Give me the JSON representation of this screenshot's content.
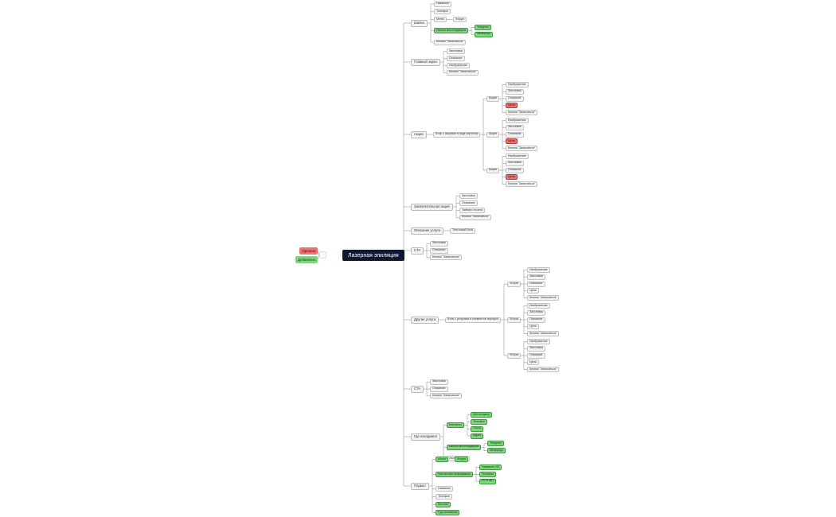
{
  "legend": [
    {
      "label": "Удалено",
      "color": "red"
    },
    {
      "label": "Добавлено",
      "color": "green"
    }
  ],
  "root": {
    "label": "Лазерная эпиляция",
    "children": [
      {
        "label": "Шапка",
        "children": [
          {
            "label": "Название"
          },
          {
            "label": "Телефон"
          },
          {
            "label": "Меню",
            "children": [
              {
                "label": "Форум"
              }
            ]
          },
          {
            "label": "Иконки мессенджеров",
            "color": "green",
            "children": [
              {
                "label": "Telegram",
                "color": "green"
              },
              {
                "label": "WhatsApp",
                "color": "green"
              }
            ]
          },
          {
            "label": "Кнопка \"Записаться\""
          }
        ]
      },
      {
        "label": "Главный экран",
        "children": [
          {
            "label": "Заголовок"
          },
          {
            "label": "Описание"
          },
          {
            "label": "Изображение"
          },
          {
            "label": "Кнопка \"Записаться\""
          }
        ]
      },
      {
        "label": "Акции",
        "children": [
          {
            "label": "Блок с акциями в виде карточек",
            "children": [
              {
                "label": "Акция",
                "children": [
                  {
                    "label": "Изображение"
                  },
                  {
                    "label": "Заголовок"
                  },
                  {
                    "label": "Описание"
                  },
                  {
                    "label": "Цена",
                    "color": "red"
                  },
                  {
                    "label": "Кнопка \"Записаться\""
                  }
                ]
              },
              {
                "label": "Акция",
                "children": [
                  {
                    "label": "Изображение"
                  },
                  {
                    "label": "Заголовок"
                  },
                  {
                    "label": "Описание"
                  },
                  {
                    "label": "Цена",
                    "color": "red"
                  },
                  {
                    "label": "Кнопка \"Записаться\""
                  }
                ]
              },
              {
                "label": "Акция",
                "children": [
                  {
                    "label": "Изображение"
                  },
                  {
                    "label": "Заголовок"
                  },
                  {
                    "label": "Описание"
                  },
                  {
                    "label": "Цена",
                    "color": "red"
                  },
                  {
                    "label": "Кнопка \"Записаться\""
                  }
                ]
              }
            ]
          }
        ]
      },
      {
        "label": "Заключительная акция",
        "children": [
          {
            "label": "Заголовок"
          },
          {
            "label": "Описание"
          },
          {
            "label": "Таймер отсчета"
          },
          {
            "label": "Кнопка \"Записаться\""
          }
        ]
      },
      {
        "label": "Описание услуги",
        "children": [
          {
            "label": "Текстовый блок"
          }
        ]
      },
      {
        "label": "CTA",
        "children": [
          {
            "label": "Заголовок"
          },
          {
            "label": "Описание"
          },
          {
            "label": "Кнопка \"Записаться\""
          }
        ]
      },
      {
        "label": "Другие услуги",
        "children": [
          {
            "label": "Блок с услугами в элементов портфол",
            "children": [
              {
                "label": "Услуга",
                "children": [
                  {
                    "label": "Изображение"
                  },
                  {
                    "label": "Заголовок"
                  },
                  {
                    "label": "Описание"
                  },
                  {
                    "label": "Цена"
                  },
                  {
                    "label": "Кнопка \"Записаться\""
                  }
                ]
              },
              {
                "label": "Услуга",
                "children": [
                  {
                    "label": "Изображение"
                  },
                  {
                    "label": "Заголовок"
                  },
                  {
                    "label": "Описание"
                  },
                  {
                    "label": "Цена"
                  },
                  {
                    "label": "Кнопка \"Записаться\""
                  }
                ]
              },
              {
                "label": "Услуга",
                "children": [
                  {
                    "label": "Изображение"
                  },
                  {
                    "label": "Заголовок"
                  },
                  {
                    "label": "Описание"
                  },
                  {
                    "label": "Цена"
                  },
                  {
                    "label": "Кнопка \"Записаться\""
                  }
                ]
              }
            ]
          }
        ]
      },
      {
        "label": "CTA",
        "children": [
          {
            "label": "Заголовок"
          },
          {
            "label": "Описание"
          },
          {
            "label": "Кнопка \"Записаться\""
          }
        ]
      },
      {
        "label": "Где находимся",
        "children": [
          {
            "label": "Контакты",
            "color": "green",
            "children": [
              {
                "label": "Мессенджер",
                "color": "green"
              },
              {
                "label": "Телефон",
                "color": "green"
              },
              {
                "label": "Почта",
                "color": "green"
              },
              {
                "label": "Адрес",
                "color": "green"
              }
            ]
          },
          {
            "label": "Иконки мессенджеров",
            "color": "green",
            "children": [
              {
                "label": "Telegram",
                "color": "green"
              },
              {
                "label": "WhatsApp",
                "color": "green"
              }
            ]
          },
          {
            "label": "Изображение"
          }
        ]
      },
      {
        "label": "Подвал",
        "children": [
          {
            "label": "Меню",
            "color": "green",
            "children": [
              {
                "label": "Форум",
                "color": "green"
              }
            ]
          },
          {
            "label": "Контактная информация",
            "color": "green",
            "children": [
              {
                "label": "Название ИП",
                "color": "green"
              },
              {
                "label": "Телефон",
                "color": "green"
              },
              {
                "label": "ОГРНИП",
                "color": "green"
              }
            ]
          },
          {
            "label": "Название"
          },
          {
            "label": "Телефон"
          },
          {
            "label": "Логотип",
            "color": "green"
          },
          {
            "label": "Год основания",
            "color": "green"
          }
        ]
      }
    ]
  }
}
